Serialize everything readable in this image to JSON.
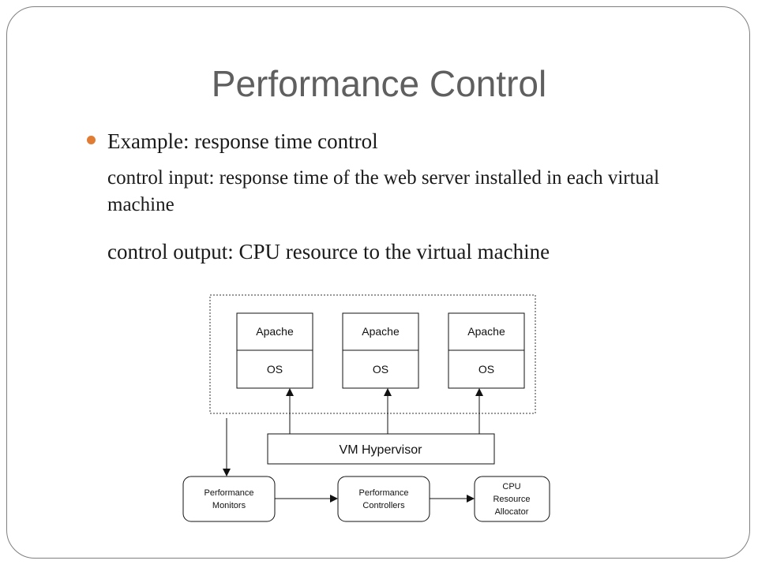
{
  "slide": {
    "title": "Performance Control",
    "bullet": "Example: response time control",
    "line_input": "control input: response time of the web server installed in each virtual machine",
    "line_output": "control output: CPU resource to the virtual machine"
  },
  "diagram": {
    "vms": [
      {
        "app": "Apache",
        "os": "OS"
      },
      {
        "app": "Apache",
        "os": "OS"
      },
      {
        "app": "Apache",
        "os": "OS"
      }
    ],
    "hypervisor": "VM Hypervisor",
    "monitors": [
      "Performance",
      "Monitors"
    ],
    "controllers": [
      "Performance",
      "Controllers"
    ],
    "allocator": [
      "CPU",
      "Resource",
      "Allocator"
    ]
  }
}
